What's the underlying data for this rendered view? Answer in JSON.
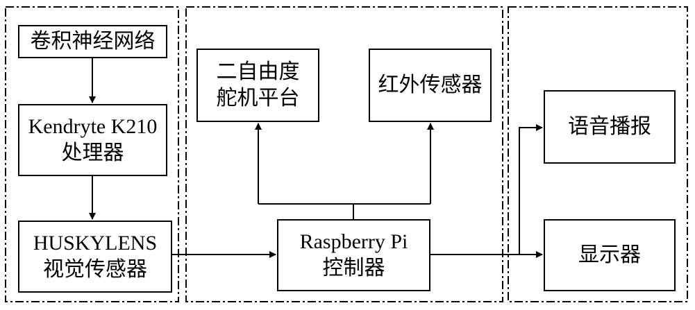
{
  "diagram": {
    "group_left": {
      "cnn": {
        "line1": "卷积神经网络"
      },
      "k210": {
        "line1": "Kendryte K210",
        "line2": "处理器"
      },
      "huskylens": {
        "line1": "HUSKYLENS",
        "line2": "视觉传感器"
      }
    },
    "group_middle": {
      "servo": {
        "line1": "二自由度",
        "line2": "舵机平台"
      },
      "infrared": {
        "line1": "红外传感器"
      },
      "raspberry": {
        "line1": "Raspberry Pi",
        "line2": "控制器"
      }
    },
    "group_right": {
      "voice": {
        "line1": "语音播报"
      },
      "display": {
        "line1": "显示器"
      }
    }
  },
  "colors": {
    "line": "#000000",
    "background": "#ffffff"
  }
}
